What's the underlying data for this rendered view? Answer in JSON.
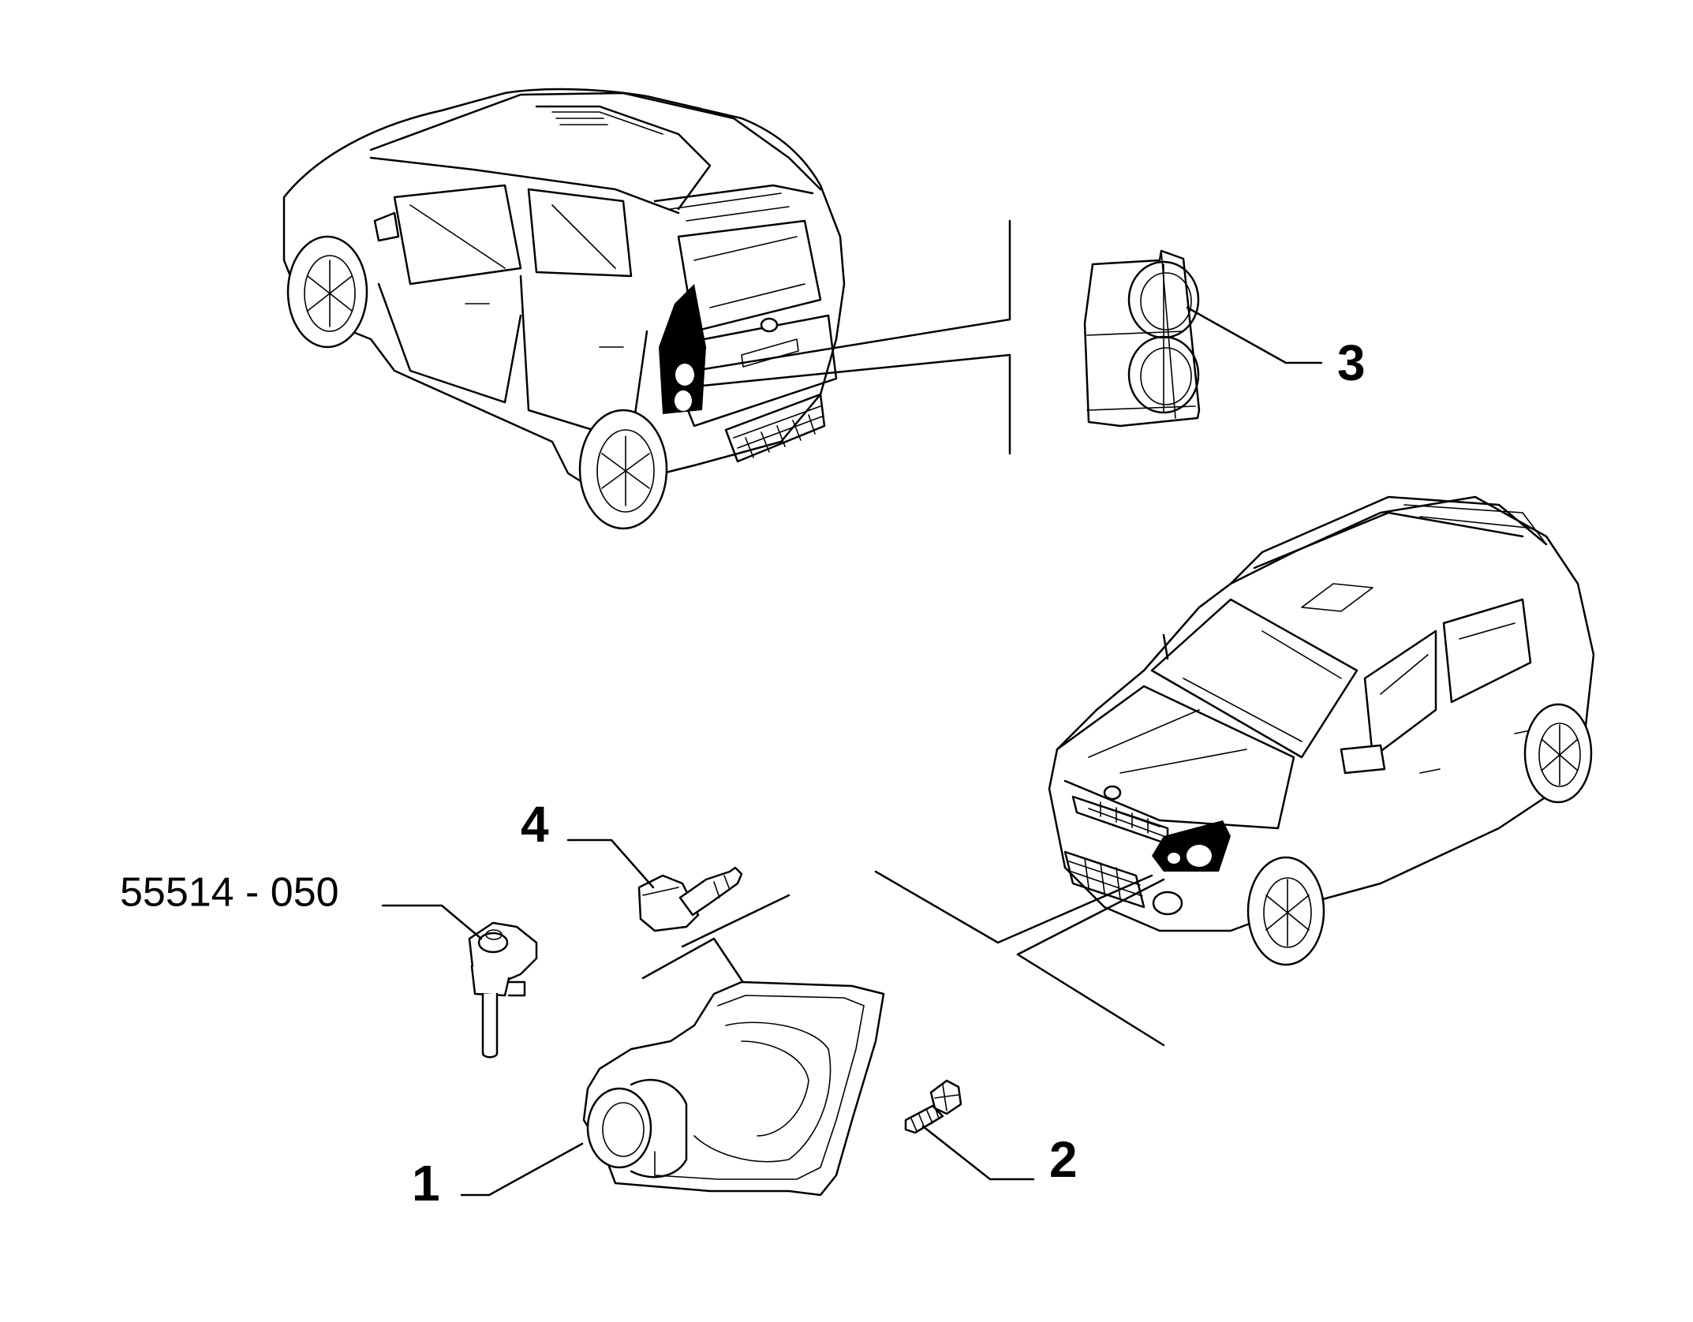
{
  "labels": {
    "part_1": "1",
    "part_2": "2",
    "part_3": "3",
    "part_4": "4",
    "part_code": "55514 - 050"
  },
  "colors": {
    "ink": "#000000",
    "background": "#ffffff"
  }
}
